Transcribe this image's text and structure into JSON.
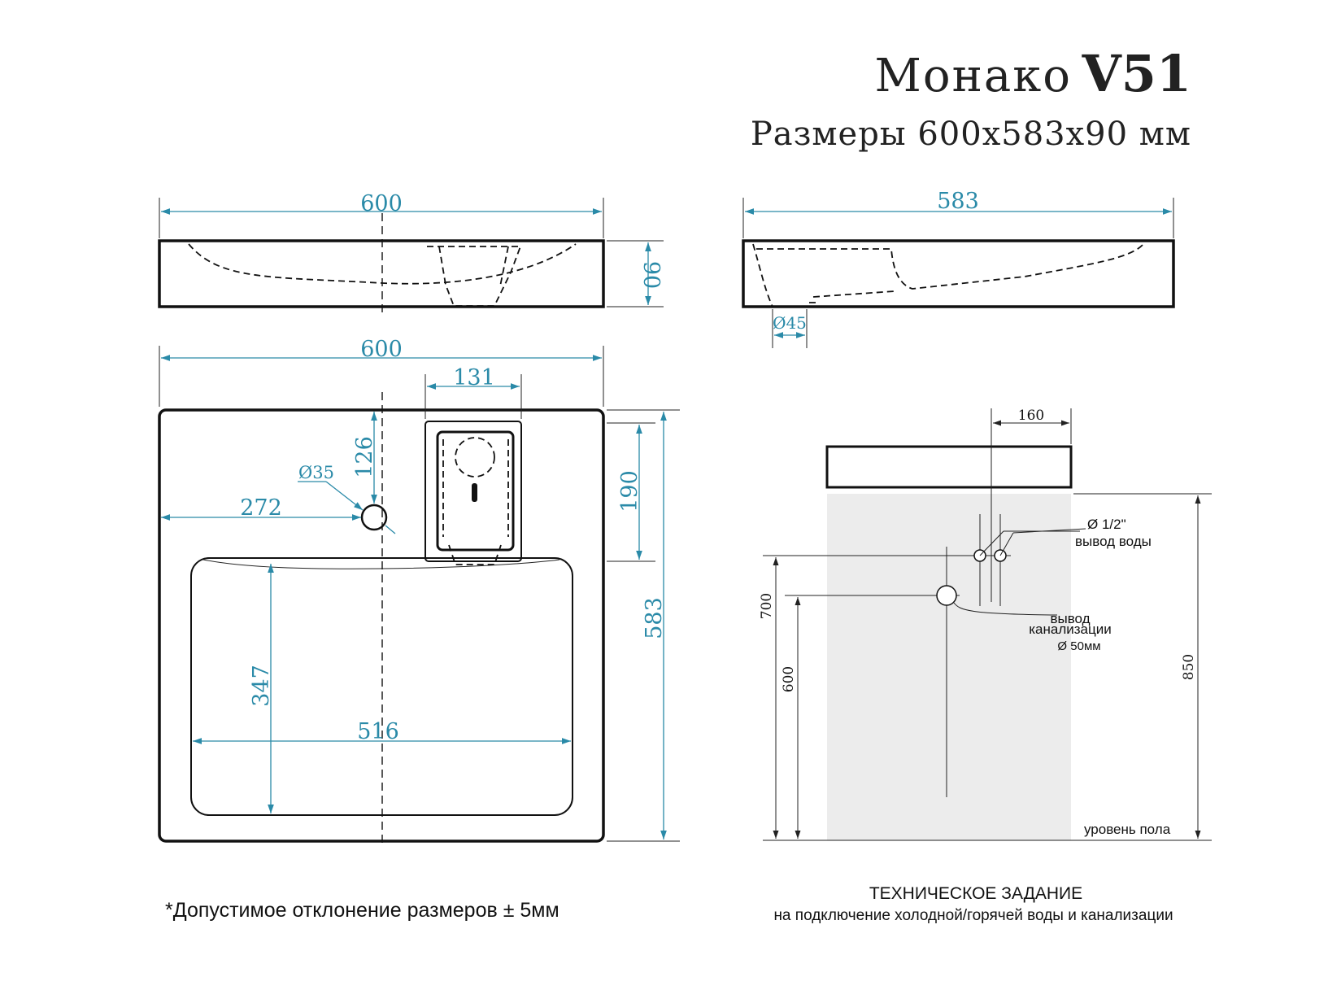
{
  "title": {
    "model": "Монако",
    "code": "V51",
    "sizes": "Размеры 600х583х90 мм"
  },
  "front_view": {
    "width": "600",
    "height": "90"
  },
  "top_view": {
    "width": "600",
    "faucet_width": "131",
    "hole_offset": "126",
    "hole_diameter": "Ø35",
    "hole_x": "272",
    "deck_depth": "190",
    "total_depth": "583",
    "bowl_depth": "347",
    "bowl_width": "516"
  },
  "side_view": {
    "depth": "583",
    "drain": "Ø45"
  },
  "installation": {
    "offset": "160",
    "water_label_1": "Ø 1/2\"",
    "water_label_2": "вывод воды",
    "sewer_label_1": "вывод",
    "sewer_label_2": "канализации",
    "sewer_label_3": "Ø 50мм",
    "height_700": "700",
    "height_600": "600",
    "height_850": "850",
    "floor_label": "уровень пола",
    "caption_1": "ТЕХНИЧЕСКОЕ ЗАДАНИЕ",
    "caption_2": "на подключение холодной/горячей воды и канализации"
  },
  "tolerance_note": "*Допустимое отклонение размеров ± 5мм",
  "colors": {
    "dimension": "#2a8aa8",
    "outline": "#111111",
    "wall_shade": "#ececec"
  }
}
